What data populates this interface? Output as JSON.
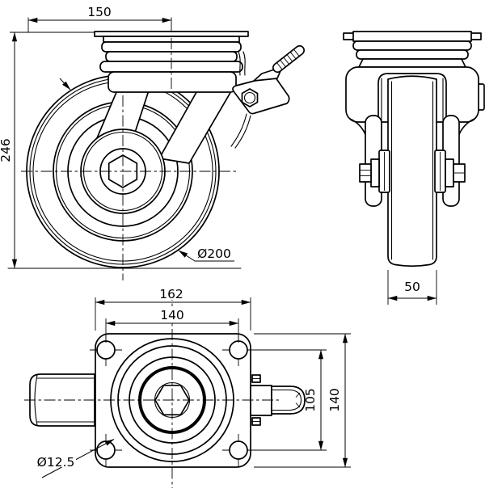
{
  "drawing": {
    "colors": {
      "line": "#000000",
      "background": "#ffffff"
    },
    "views": {
      "front": {
        "dimensions": {
          "swivel_offset_width": "150",
          "overall_height": "246",
          "wheel_diameter": "Ø200"
        }
      },
      "side": {
        "dimensions": {
          "wheel_width": "50"
        }
      },
      "top": {
        "dimensions": {
          "plate_width": "162",
          "bolt_spacing_width": "140",
          "bolt_spacing_depth": "105",
          "plate_depth": "140",
          "bolt_hole_diameter": "Ø12.5"
        }
      }
    }
  }
}
